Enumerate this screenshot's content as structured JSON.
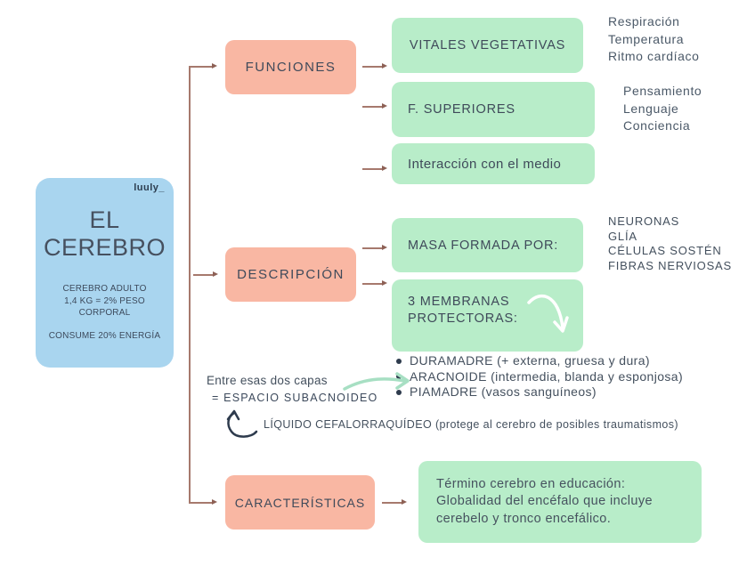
{
  "colors": {
    "center_fill": "#a9d5ef",
    "branch_fill": "#f9b7a3",
    "leaf_fill": "#b8edc9",
    "line": "#a6796d",
    "text_dark": "#3d4a5c",
    "green_arrow": "#a7dfc3",
    "dark_arrow": "#2e3b4d"
  },
  "center": {
    "watermark": "luuly_",
    "title_line1": "EL",
    "title_line2": "CEREBRO",
    "info_line1": "CEREBRO ADULTO",
    "info_line2": "1,4 KG = 2% PESO",
    "info_line3": "CORPORAL",
    "info2": "CONSUME 20% ENERGÍA"
  },
  "funciones": {
    "label": "FUNCIONES",
    "vitales": {
      "label": "VITALES VEGETATIVAS",
      "items": [
        "Respiración",
        "Temperatura",
        "Ritmo cardíaco"
      ]
    },
    "superiores": {
      "label": "F. SUPERIORES",
      "items": [
        "Pensamiento",
        "Lenguaje",
        "Conciencia"
      ]
    },
    "interaccion": {
      "label": "Interacción con el medio"
    }
  },
  "descripcion": {
    "label": "DESCRIPCIÓN",
    "masa": {
      "label": "MASA FORMADA POR:",
      "items": [
        "NEURONAS",
        "GLÍA",
        "CÉLULAS SOSTÉN",
        "FIBRAS NERVIOSAS"
      ]
    },
    "membranas": {
      "label_line1": "3 MEMBRANAS",
      "label_line2": "PROTECTORAS:",
      "bullets": [
        "DURAMADRE (+ externa, gruesa y dura)",
        "ARACNOIDE (intermedia, blanda y esponjosa)",
        "PIAMADRE (vasos sanguíneos)"
      ],
      "note_line1": "Entre esas dos capas",
      "note_line2": "= ESPACIO SUBACNOIDEO",
      "liquido": "LÍQUIDO CEFALORRAQUÍDEO (protege al cerebro de posibles traumatismos)"
    }
  },
  "caracteristicas": {
    "label": "CARACTERÍSTICAS",
    "detail_line1": "Término cerebro en educación:",
    "detail_line2": "Globalidad del encéfalo que incluye",
    "detail_line3": "cerebelo y tronco encefálico."
  }
}
